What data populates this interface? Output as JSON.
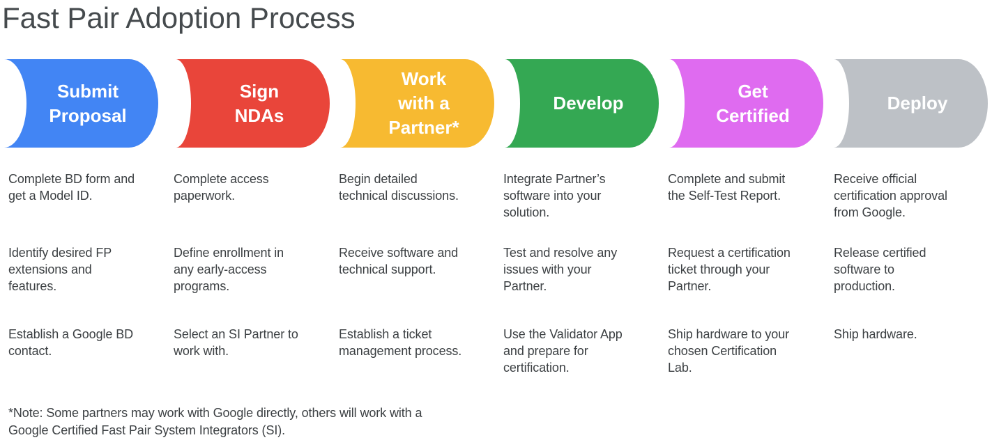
{
  "title": "Fast Pair Adoption Process",
  "steps": [
    {
      "label_lines": [
        "Submit",
        "Proposal"
      ],
      "color": "#4285F4",
      "details": [
        [
          "Complete BD form and",
          "get a Model ID."
        ],
        [
          "Identify desired FP",
          "extensions and",
          "features."
        ],
        [
          "Establish a Google BD",
          "contact."
        ]
      ]
    },
    {
      "label_lines": [
        "Sign",
        "NDAs"
      ],
      "color": "#E9453A",
      "details": [
        [
          "Complete access",
          "paperwork."
        ],
        [
          "Define enrollment in",
          "any early-access",
          "programs."
        ],
        [
          "Select an SI Partner to",
          "work with."
        ]
      ]
    },
    {
      "label_lines": [
        "Work",
        "with a",
        "Partner*"
      ],
      "color": "#F7BA31",
      "details": [
        [
          "Begin detailed",
          "technical discussions."
        ],
        [
          "Receive software and",
          "technical support."
        ],
        [
          "Establish a ticket",
          "management process."
        ]
      ]
    },
    {
      "label_lines": [
        "Develop"
      ],
      "color": "#34A853",
      "details": [
        [
          "Integrate Partner’s",
          "software into your",
          "solution."
        ],
        [
          "Test and resolve any",
          "issues with your",
          "Partner."
        ],
        [
          "Use the Validator App",
          "and prepare for",
          "certification."
        ]
      ]
    },
    {
      "label_lines": [
        "Get",
        "Certified"
      ],
      "color": "#DF6BF0",
      "details": [
        [
          "Complete and submit",
          "the Self-Test Report."
        ],
        [
          "Request a certification",
          "ticket through your",
          "Partner."
        ],
        [
          "Ship hardware to your",
          "chosen Certification",
          "Lab."
        ]
      ]
    },
    {
      "label_lines": [
        "Deploy"
      ],
      "color": "#BDC1C6",
      "details": [
        [
          "Receive official",
          "certification approval",
          "from Google."
        ],
        [
          "Release certified",
          "software to",
          "production."
        ],
        [
          "Ship hardware."
        ]
      ]
    }
  ],
  "footnote_lines": [
    "*Note: Some partners may work with Google directly, others will work with a",
    "Google Certified Fast Pair System Integrators (SI)."
  ]
}
